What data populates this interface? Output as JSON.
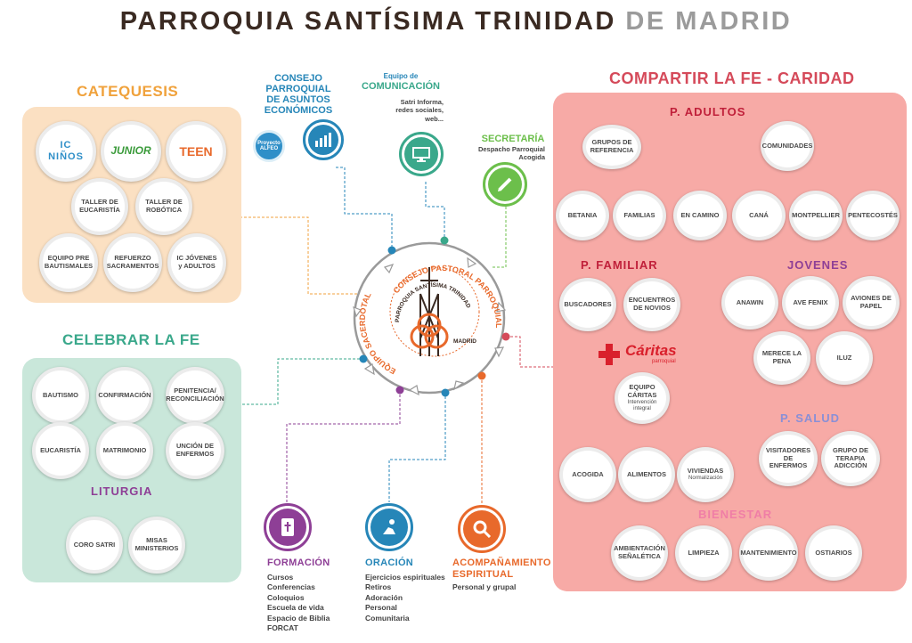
{
  "header": {
    "title_main": "PARROQUIA SANTÍSIMA TRINIDAD",
    "title_sub": "DE MADRID"
  },
  "catequesis": {
    "title": "CATEQUESIS",
    "items": [
      "IC NIÑOS",
      "JUNIOR",
      "TEEN",
      "TALLER DE EUCARISTÍA",
      "TALLER DE ROBÓTICA",
      "EQUIPO PRE BAUTISMALES",
      "REFUERZO SACRAMENTOS",
      "IC JÓVENES y ADULTOS"
    ]
  },
  "celebrar": {
    "title": "CELEBRAR LA FE",
    "items": [
      "BAUTISMO",
      "CONFIRMACIÓN",
      "PENITENCIA/ RECONCILIACIÓN",
      "EUCARISTÍA",
      "MATRIMONIO",
      "UNCIÓN DE ENFERMOS"
    ],
    "liturgia": {
      "title": "LITURGIA",
      "items": [
        "CORO SATRI",
        "MISAS MINISTERIOS"
      ]
    }
  },
  "compartir": {
    "title": "COMPARTIR LA FE - CARIDAD",
    "adultos": {
      "title": "P. ADULTOS",
      "groups": [
        "GRUPOS DE REFERENCIA",
        "COMUNIDADES"
      ],
      "items": [
        "BETANIA",
        "FAMILIAS",
        "EN CAMINO",
        "CANÁ",
        "MONTPELLIER",
        "PENTECOSTÉS"
      ]
    },
    "familiar": {
      "title": "P. FAMILIAR",
      "items": [
        "BUSCADORES",
        "ENCUENTROS DE NOVIOS"
      ]
    },
    "jovenes": {
      "title": "JOVENES",
      "items": [
        "ANAWIN",
        "AVE FENIX",
        "AVIONES DE PAPEL",
        "MERECE LA PENA",
        "ILUZ"
      ]
    },
    "caritas": {
      "title": "Cáritas",
      "subtitle": "parroquial",
      "equipo_title": "EQUIPO CÁRITAS",
      "equipo_sub": "Intervención integral",
      "items": [
        "ACOGIDA",
        "ALIMENTOS",
        "VIVIENDAS"
      ],
      "viviendas_sub": "Normalización"
    },
    "salud": {
      "title": "P. SALUD",
      "items": [
        "VISITADORES DE ENFERMOS",
        "GRUPO DE TERAPIA ADICCIÓN"
      ]
    },
    "bienestar": {
      "title": "BIENESTAR",
      "items": [
        "AMBIENTACIÓN SEÑALÉTICA",
        "LIMPIEZA",
        "MANTENIMIENTO",
        "OSTIARIOS"
      ]
    }
  },
  "center": {
    "top_arc": "CONSEJO PASTORAL PARROQUIAL",
    "left_arc": "EQUIPO SACERDOTAL",
    "inner_arc": "PARROQUIA SANTÍSIMA TRINIDAD",
    "inner_bottom": "MADRID"
  },
  "consejo_economico": {
    "title": "CONSEJO PARROQUIAL DE ASUNTOS ECONÓMICOS",
    "badge": "Proyecto ALFEO"
  },
  "comunicacion": {
    "title_small": "Equipo de",
    "title": "COMUNICACIÓN",
    "desc": "Satri Informa, redes sociales, web..."
  },
  "secretaria": {
    "title": "SECRETARÍA",
    "desc": "Despacho Parroquial Acogida"
  },
  "formacion": {
    "title": "FORMACIÓN",
    "items": [
      "Cursos",
      "Conferencias",
      "Coloquios",
      "Escuela de vida",
      "Espacio de Biblia",
      "FORCAT"
    ]
  },
  "oracion": {
    "title": "ORACIÓN",
    "items": [
      "Ejercicios espirituales",
      "Retiros",
      "Adoración",
      "Personal",
      "Comunitaria"
    ]
  },
  "acompanamiento": {
    "title": "ACOMPAÑAMIENTO ESPIRITUAL",
    "desc": "Personal y grupal"
  },
  "colors": {
    "catequesis": "#f0a23c",
    "celebrar": "#3aa88b",
    "compartir": "#d54a5a",
    "purple": "#8e3f96",
    "blue": "#2686b8",
    "green": "#6cbf4b",
    "orange": "#e8692b"
  }
}
